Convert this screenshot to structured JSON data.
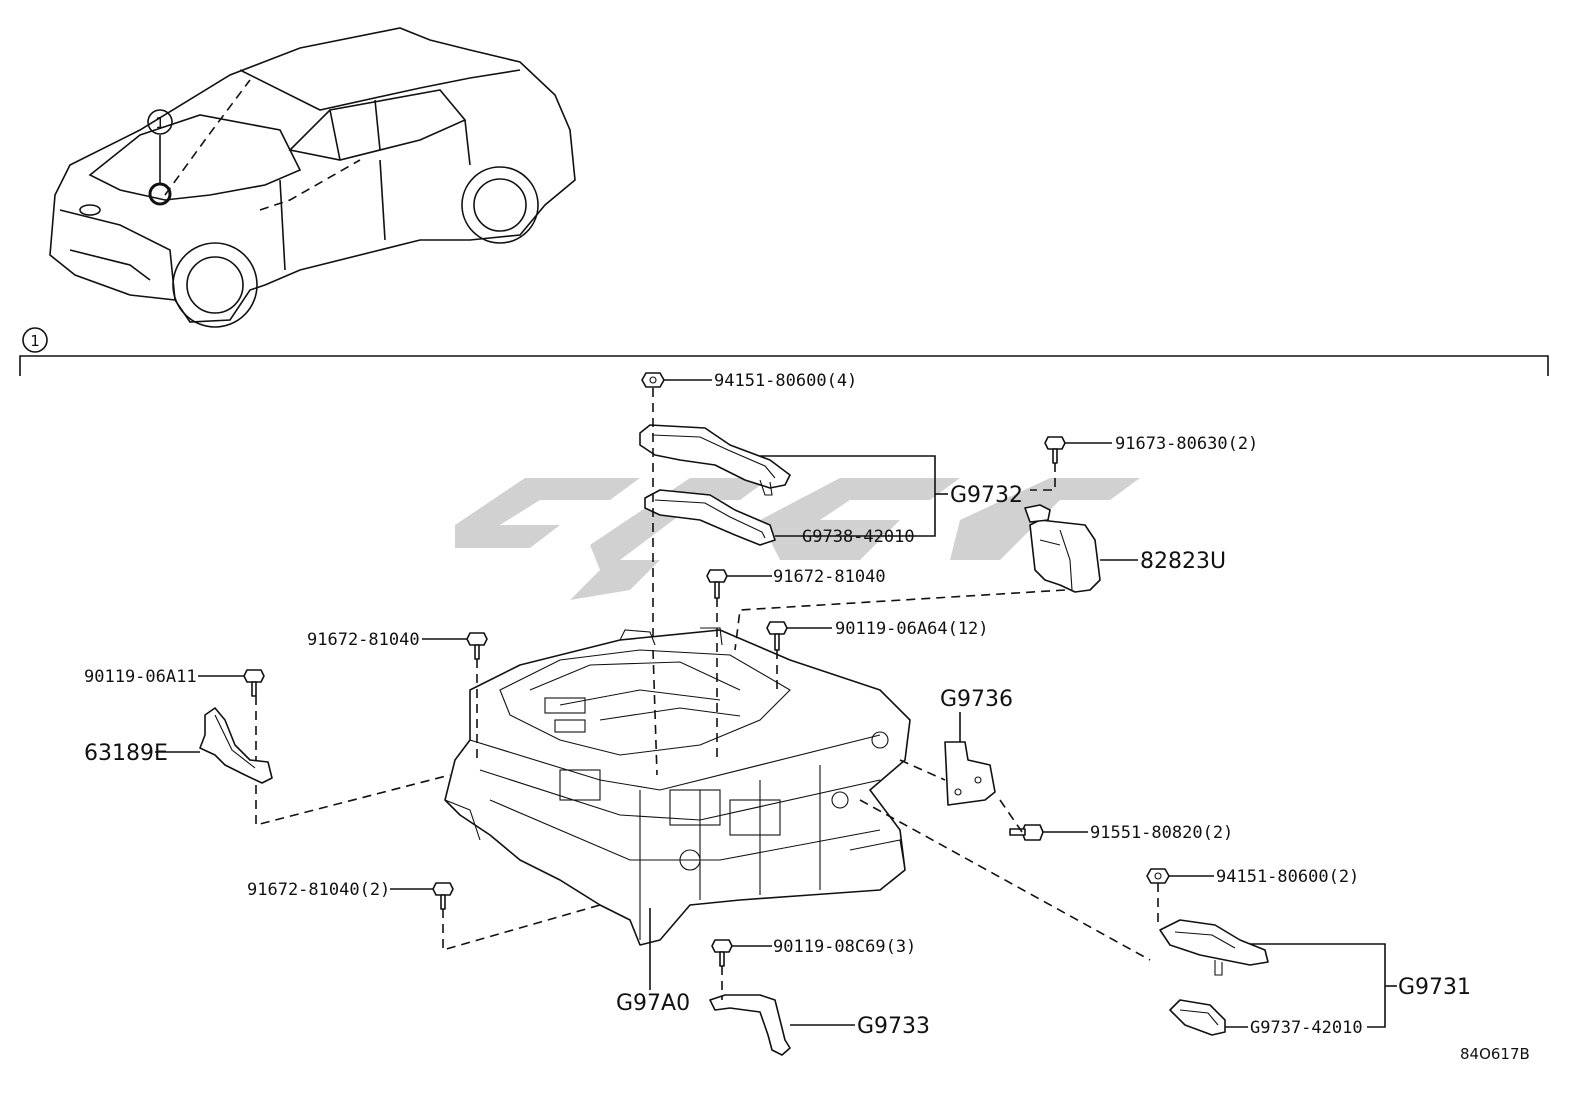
{
  "diagram": {
    "callout_index": "1",
    "figure_ref": "84O617B",
    "watermark_color": "#c9c9c9"
  },
  "labels": {
    "p_94151_80600_4": "94151-80600(4)",
    "p_91673_80630_2": "91673-80630(2)",
    "g9732": "G9732",
    "g9738_42010": "G9738-42010",
    "p_82823u": "82823U",
    "p_91672_81040_a": "91672-81040",
    "p_91672_81040_b": "91672-81040",
    "p_90119_06a64_12": "90119-06A64(12)",
    "p_90119_06a11": "90119-06A11",
    "p_63189e": "63189E",
    "g9736": "G9736",
    "p_91551_80820_2": "91551-80820(2)",
    "p_94151_80600_2": "94151-80600(2)",
    "p_91672_81040_2": "91672-81040(2)",
    "p_90119_08c69_3": "90119-08C69(3)",
    "g9731": "G9731",
    "g97a0": "G97A0",
    "g9733": "G9733",
    "g9737_42010": "G9737-42010"
  }
}
